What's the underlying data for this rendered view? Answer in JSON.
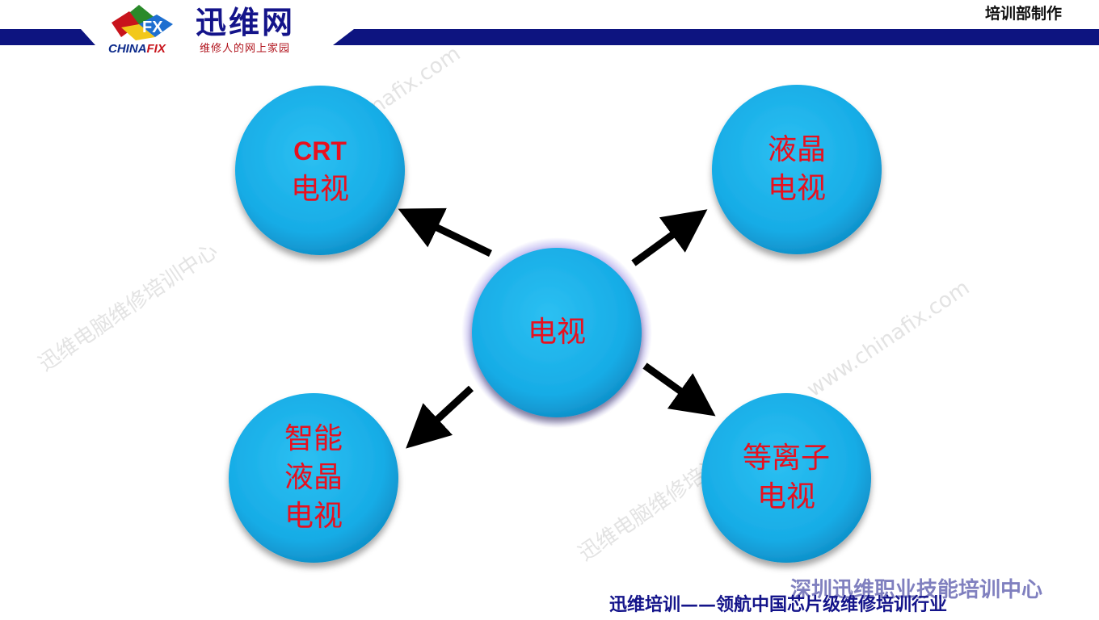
{
  "header": {
    "logo_title": "迅维网",
    "logo_brand_a": "CHINA",
    "logo_brand_b": "FIX",
    "logo_tagline": "维修人的网上家园",
    "department_label": "培训部制作"
  },
  "watermarks": [
    "迅维电脑维修培训中心",
    "www.chinafix.com",
    "www.chinafix.com",
    "迅维电脑维修培训中心"
  ],
  "diagram": {
    "center": {
      "label": "电视"
    },
    "nodes": [
      {
        "id": "crt",
        "line1": "CRT",
        "line2": "电视"
      },
      {
        "id": "lcd",
        "line1": "液晶",
        "line2": "电视"
      },
      {
        "id": "smart",
        "line1": "智能",
        "line2": "液晶",
        "line3": "电视"
      },
      {
        "id": "plasma",
        "line1": "等离子",
        "line2": "电视"
      }
    ]
  },
  "footer": {
    "overlay_text": "深圳迅维职业技能培训中心",
    "slogan": "迅维培训——领航中国芯片级维修培训行业"
  },
  "colors": {
    "node_fill": "#1ab0e8",
    "label_red": "#e8101e",
    "header_navy": "#0d1480",
    "arrow": "#000000"
  }
}
